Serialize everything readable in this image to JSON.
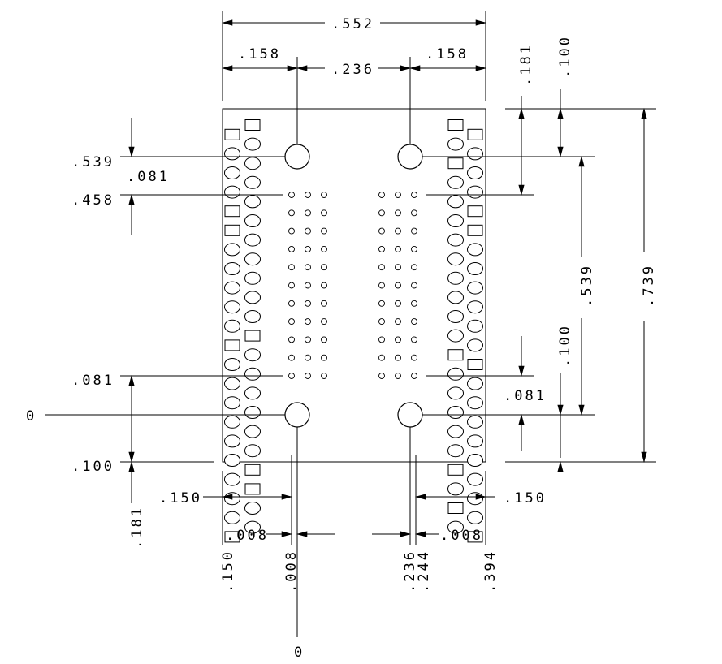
{
  "dimensions": {
    "overall_width": ".552",
    "top_left_158": ".158",
    "top_center_236": ".236",
    "top_right_158": ".158",
    "left_539": ".539",
    "left_081_top": ".081",
    "left_458": ".458",
    "left_081_bottom": ".081",
    "left_zero": "0",
    "left_100": ".100",
    "left_181": ".181",
    "bottom_left_150": ".150",
    "bottom_right_150": ".150",
    "bottom_left_008": ".008",
    "bottom_right_008": ".008",
    "baseline_150": ".150",
    "baseline_008": ".008",
    "baseline_236": ".236",
    "baseline_244": ".244",
    "baseline_394": ".394",
    "bottom_zero": "0",
    "right_181": ".181",
    "right_100_top": ".100",
    "right_539": ".539",
    "right_739": ".739",
    "right_100_bottom": ".100",
    "right_081": ".081"
  },
  "holes": {
    "top_left": "mounting-hole",
    "top_right": "mounting-hole",
    "bottom_left": "mounting-hole",
    "bottom_right": "mounting-hole"
  }
}
